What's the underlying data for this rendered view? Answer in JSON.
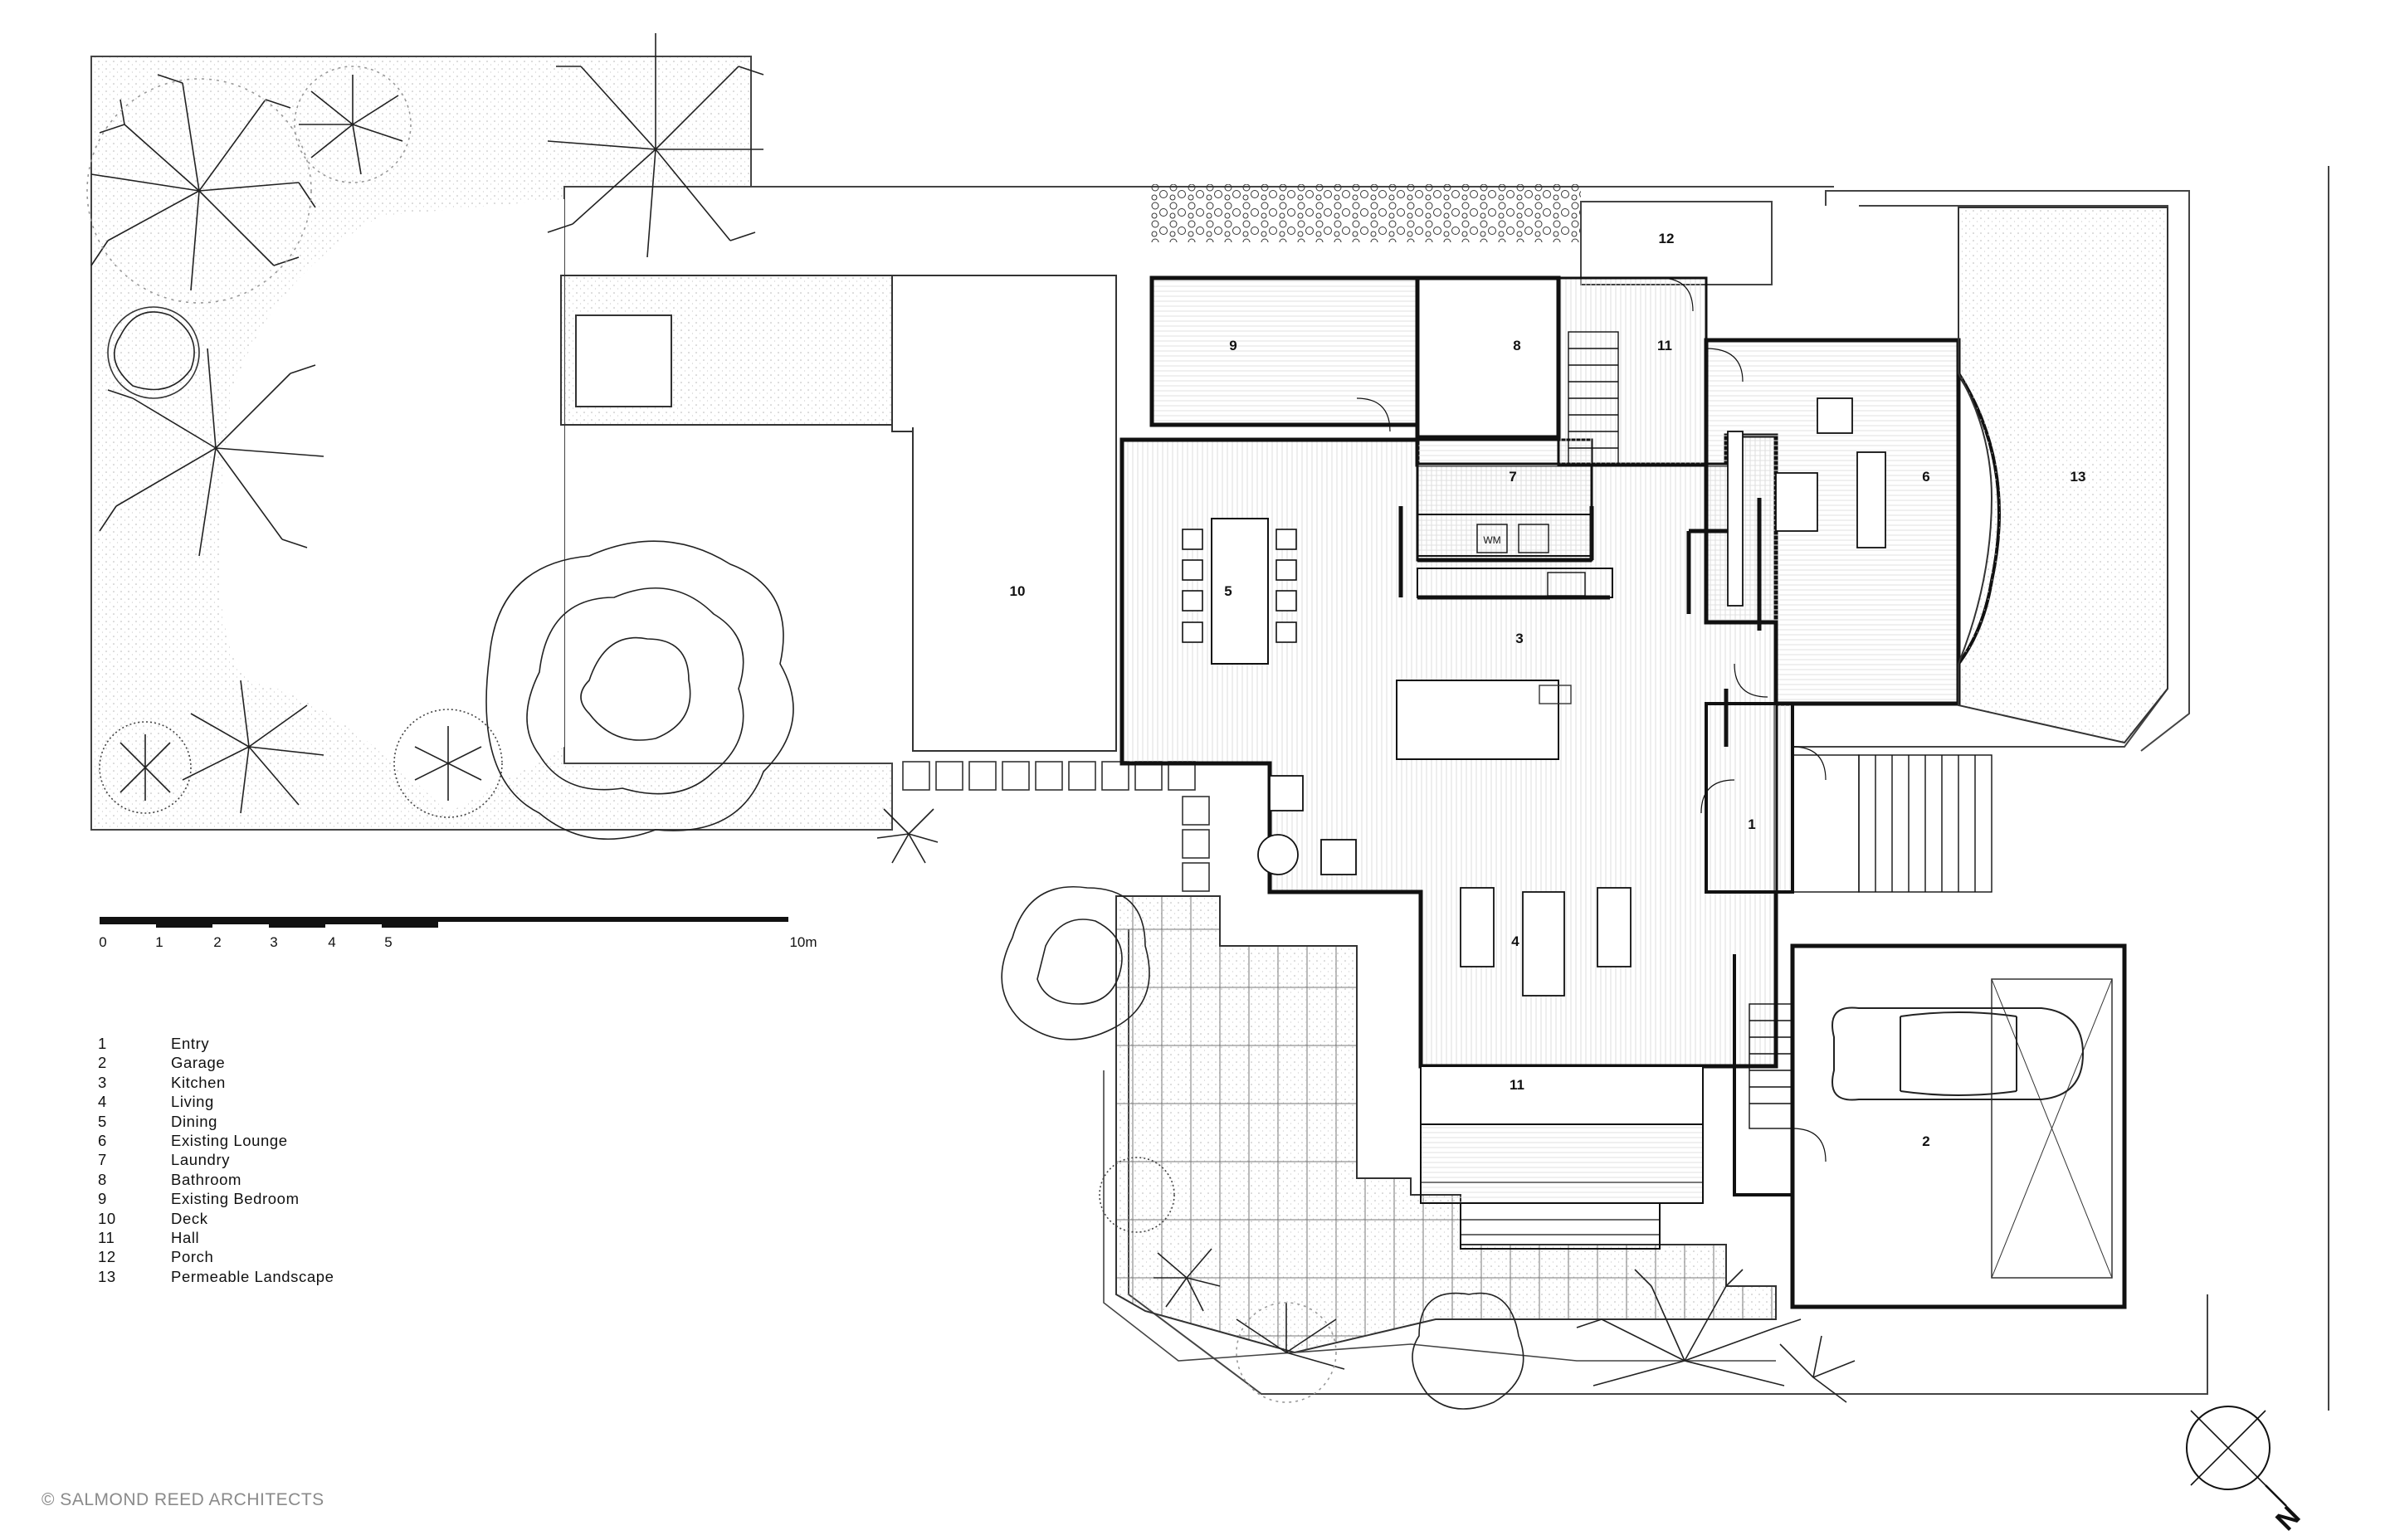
{
  "room_labels": {
    "r1": "1",
    "r2": "2",
    "r3": "3",
    "r4": "4",
    "r5": "5",
    "r6": "6",
    "r7": "7",
    "r8": "8",
    "r9": "9",
    "r10": "10",
    "r11a": "11",
    "r11b": "11",
    "r12": "12",
    "r13": "13"
  },
  "fixtures": {
    "washing_machine": "WM"
  },
  "scale_bar": {
    "ticks": [
      "0",
      "1",
      "2",
      "3",
      "4",
      "5"
    ],
    "end_label": "10m"
  },
  "legend": [
    {
      "num": "1",
      "label": "Entry"
    },
    {
      "num": "2",
      "label": "Garage"
    },
    {
      "num": "3",
      "label": "Kitchen"
    },
    {
      "num": "4",
      "label": "Living"
    },
    {
      "num": "5",
      "label": "Dining"
    },
    {
      "num": "6",
      "label": "Existing Lounge"
    },
    {
      "num": "7",
      "label": "Laundry"
    },
    {
      "num": "8",
      "label": "Bathroom"
    },
    {
      "num": "9",
      "label": "Existing Bedroom"
    },
    {
      "num": "10",
      "label": "Deck"
    },
    {
      "num": "11",
      "label": "Hall"
    },
    {
      "num": "12",
      "label": "Porch"
    },
    {
      "num": "13",
      "label": "Permeable Landscape"
    }
  ],
  "north_arrow": {
    "label": "N"
  },
  "credit": "© SALMOND REED ARCHITECTS",
  "colors": {
    "ink": "#111111",
    "hatch": "#d9d9d9",
    "credit": "#8a8a8a"
  }
}
